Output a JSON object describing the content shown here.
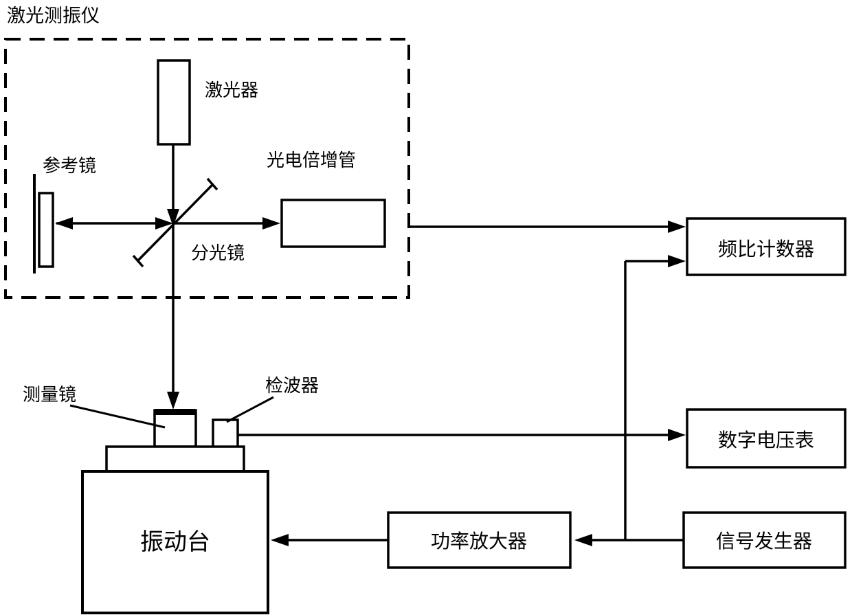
{
  "diagram": {
    "system_label": "激光测振仪",
    "components": {
      "laser": "激光器",
      "reference_mirror": "参考镜",
      "photomultiplier": "光电倍增管",
      "beam_splitter": "分光镜",
      "frequency_counter": "频比计数器",
      "digital_voltmeter": "数字电压表",
      "detector": "检波器",
      "measuring_mirror": "测量镜",
      "vibration_table": "振动台",
      "power_amplifier": "功率放大器",
      "signal_generator": "信号发生器"
    },
    "colors": {
      "line": "#000000",
      "background": "#ffffff"
    }
  }
}
